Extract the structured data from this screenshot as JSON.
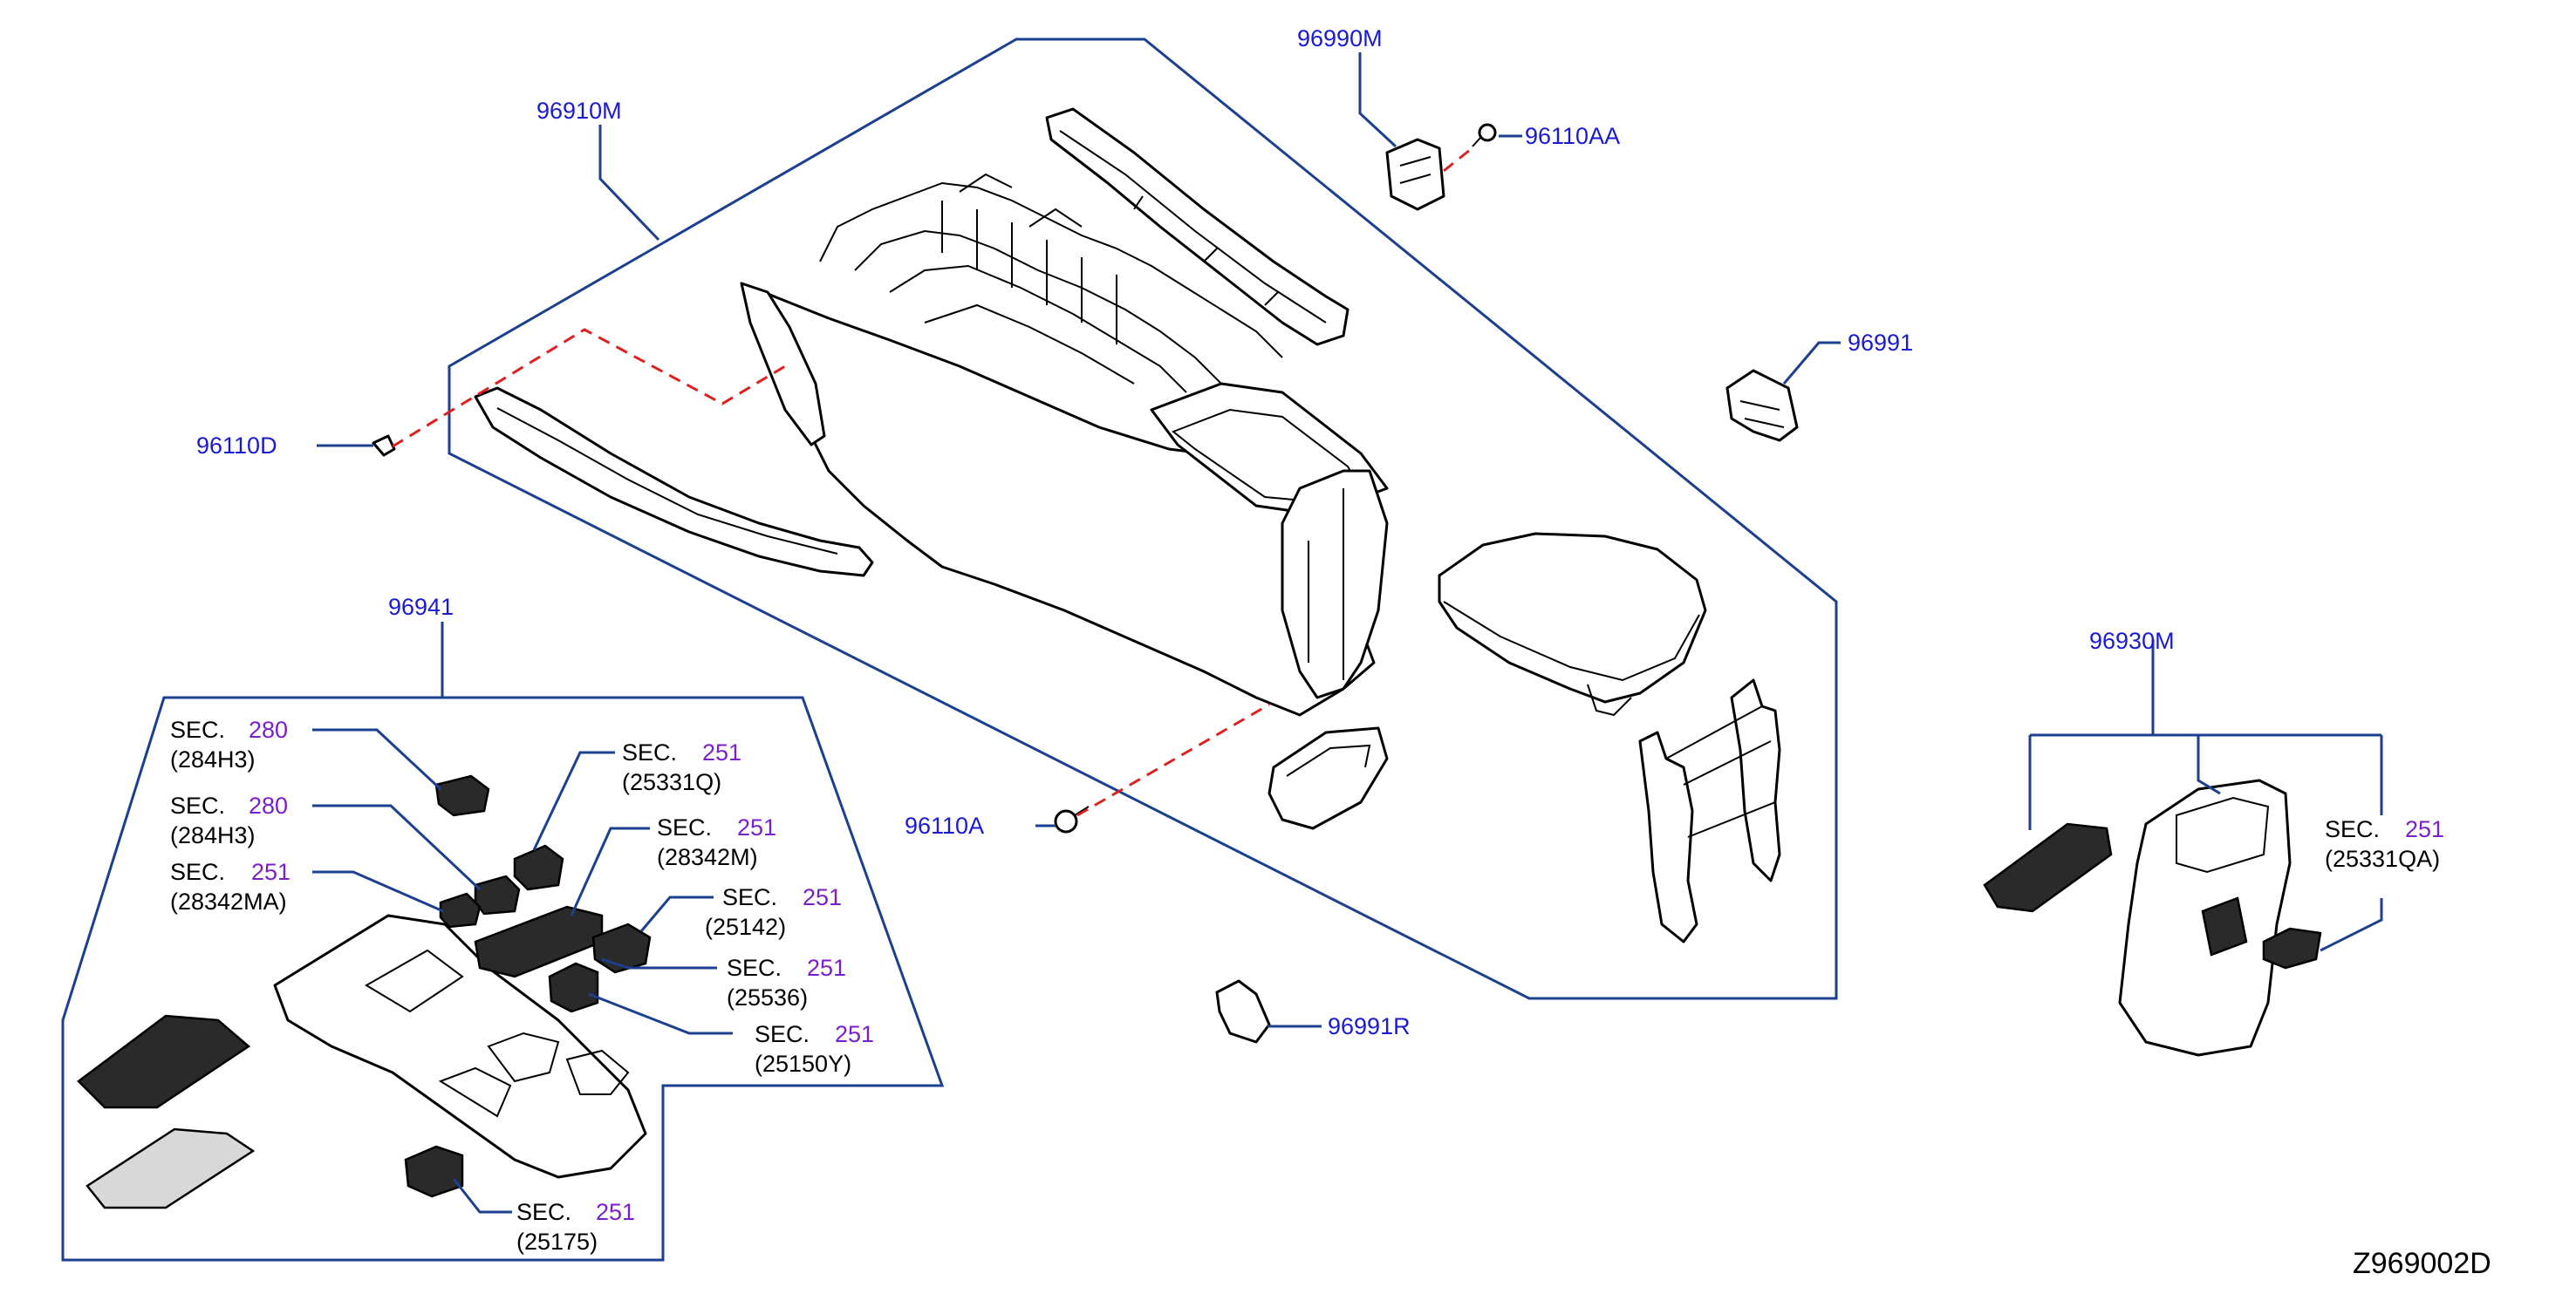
{
  "diagram_code": "Z969002D",
  "part_labels": {
    "p96910M": "96910M",
    "p96990M": "96990M",
    "p96110AA": "96110AA",
    "p96991": "96991",
    "p96110D": "96110D",
    "p96941": "96941",
    "p96110A": "96110A",
    "p96991R": "96991R",
    "p96930M": "96930M"
  },
  "section_refs": [
    {
      "prefix": "SEC.",
      "section": "280",
      "code": "(284H3)"
    },
    {
      "prefix": "SEC.",
      "section": "251",
      "code": "(25331Q)"
    },
    {
      "prefix": "SEC.",
      "section": "280",
      "code": "(284H3)"
    },
    {
      "prefix": "SEC.",
      "section": "251",
      "code": "(28342M)"
    },
    {
      "prefix": "SEC.",
      "section": "251",
      "code": "(28342MA)"
    },
    {
      "prefix": "SEC.",
      "section": "251",
      "code": "(25142)"
    },
    {
      "prefix": "SEC.",
      "section": "251",
      "code": "(25536)"
    },
    {
      "prefix": "SEC.",
      "section": "251",
      "code": "(25150Y)"
    },
    {
      "prefix": "SEC.",
      "section": "251",
      "code": "(25175)"
    },
    {
      "prefix": "SEC.",
      "section": "251",
      "code": "(25331QA)"
    }
  ],
  "colors": {
    "part_number": "#1a1ad6",
    "section_number": "#7a1fc9",
    "leader_line": "#1c3f8f",
    "dashed_fastener_line": "#e02020"
  }
}
